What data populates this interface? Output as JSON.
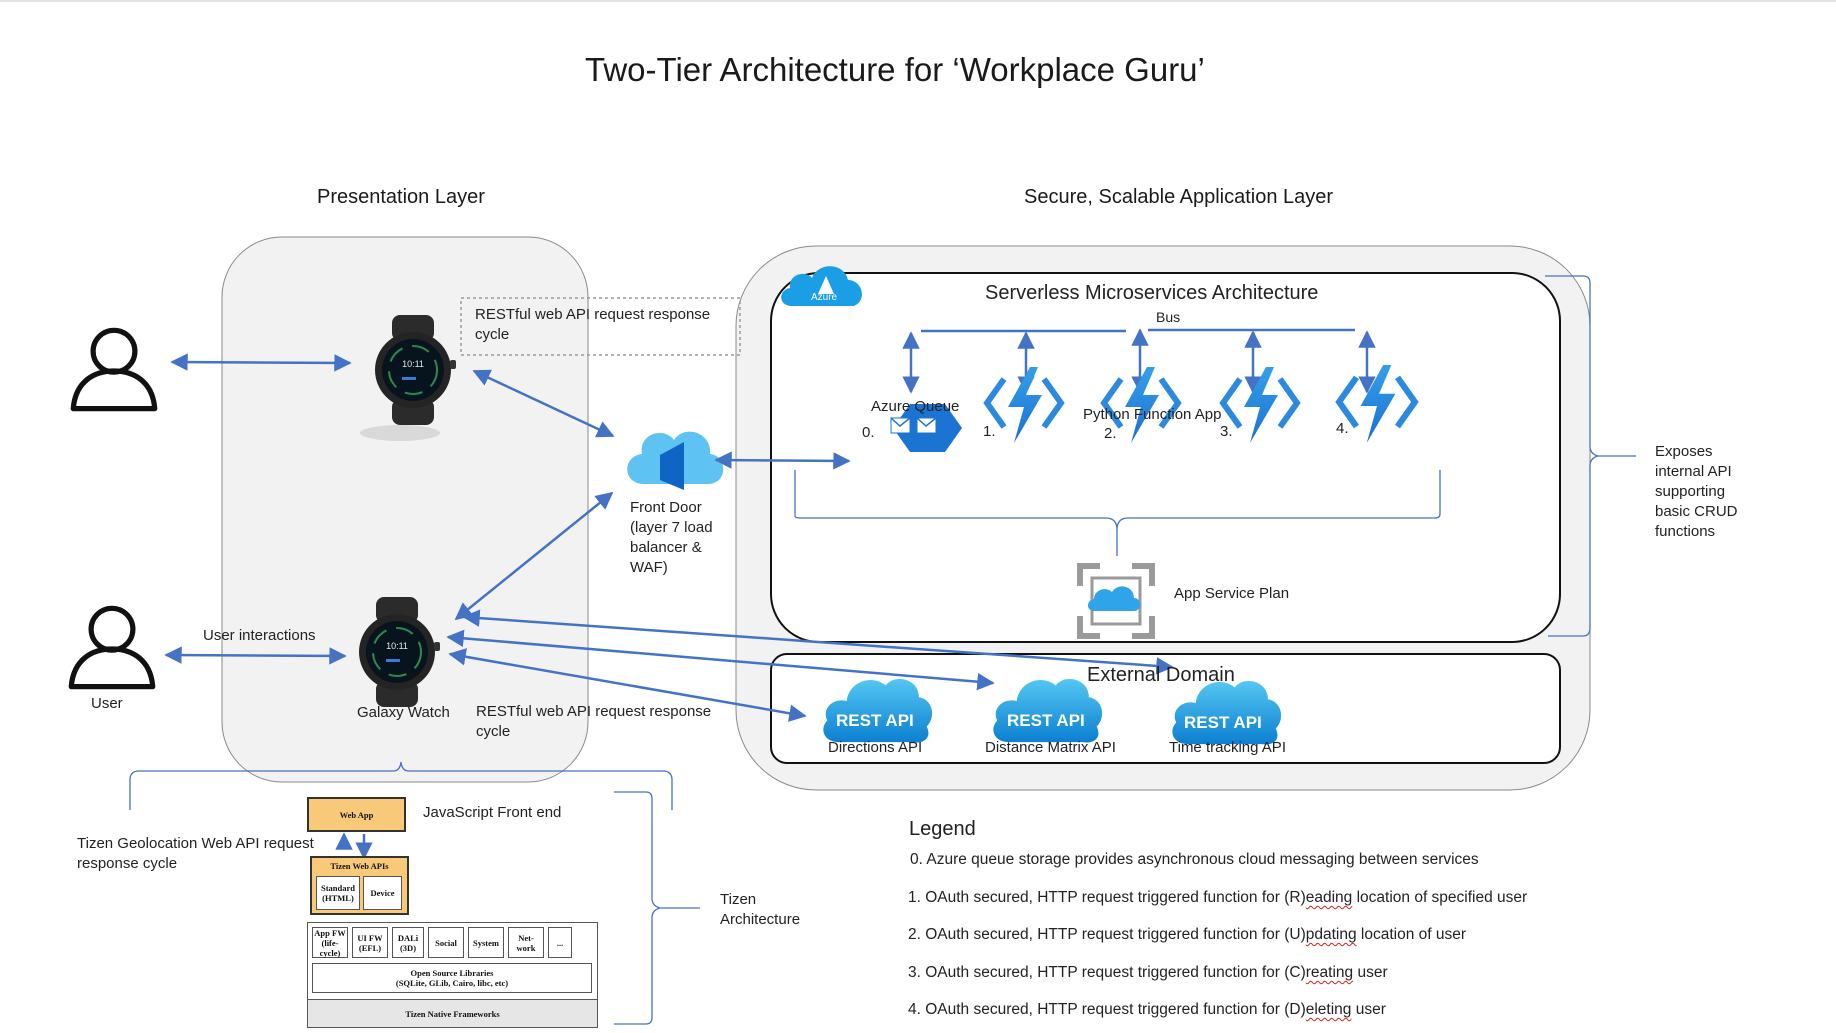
{
  "title": "Two-Tier Architecture for ‘Workplace Guru’",
  "presentation_layer": {
    "title": "Presentation Layer",
    "user_label": "User",
    "user_interactions_label": "User interactions",
    "galaxy_watch_label": "Galaxy Watch",
    "restful_top": "RESTful web API request response\ncycle",
    "restful_bottom": "RESTful web API request response\ncycle"
  },
  "front_door": {
    "label": "Front Door\n(layer 7 load\nbalancer &\nWAF)"
  },
  "application_layer": {
    "title": "Secure, Scalable Application Layer",
    "azure_badge": "Azure",
    "serverless_title": "Serverless Microservices Architecture",
    "bus_label": "Bus",
    "azure_queue_label": "Azure Queue",
    "python_function_app_label": "Python Function App",
    "indexes": [
      "0.",
      "1.",
      "2.",
      "3.",
      "4."
    ],
    "app_service_plan_label": "App Service Plan",
    "exposes_label": "Exposes\ninternal API\nsupporting\nbasic CRUD\nfunctions",
    "external_domain_title": "External Domain",
    "rest_api_badge": "REST API",
    "external_apis": [
      "Directions API",
      "Distance Matrix API",
      "Time tracking API"
    ]
  },
  "tizen": {
    "js_front_end": "JavaScript Front end",
    "geolocation_label": "Tizen Geolocation Web API request\nresponse cycle",
    "architecture_label": "Tizen\nArchitecture",
    "web_app": "Web App",
    "tizen_web_apis": "Tizen Web APIs",
    "standard": "Standard\n(HTML)",
    "device": "Device",
    "modules": [
      "App FW\n(life-cycle)",
      "UI FW\n(EFL)",
      "DALi\n(3D)",
      "Social",
      "System",
      "Net-\nwork",
      "..."
    ],
    "open_source": "Open Source Libraries\n(SQLite, GLib, Cairo, libc, etc)",
    "native_frameworks": "Tizen Native Frameworks"
  },
  "legend": {
    "title": "Legend",
    "item0": "0. Azure queue storage provides asynchronous cloud messaging between services",
    "item1_pre": "1. OAuth secured, HTTP request triggered function for (R)",
    "item1_squig": "eading",
    "item1_post": " location of specified user",
    "item2_pre": "2. OAuth secured, HTTP request triggered function for (U)",
    "item2_squig": "pdating",
    "item2_post": " location of user",
    "item3_pre": "3. OAuth secured, HTTP request triggered function for (C)",
    "item3_squig": "reating",
    "item3_post": " user",
    "item4_pre": "4. OAuth secured, HTTP request triggered function for (D)",
    "item4_squig": "eleting",
    "item4_post": " user"
  },
  "colors": {
    "arrow": "#4472c4",
    "azure_blue": "#0078d4",
    "cloud_blue": "#1a9ee6",
    "panel_fill": "#f2f2f2",
    "tizen_orange": "#f9c97a"
  }
}
